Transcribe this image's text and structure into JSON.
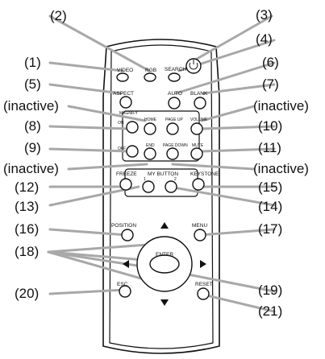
{
  "buttons": {
    "video": "VIDEO",
    "rgb": "RGB",
    "search": "SEARCH",
    "aspect": "ASPECT",
    "auto": "AUTO",
    "blank": "BLANK",
    "magnify": "MAGNIFY",
    "magnify_on": "ON",
    "magnify_off": "OFF",
    "home": "HOME",
    "page_up": "PAGE UP",
    "volume": "VOLUME",
    "end": "END",
    "page_down": "PAGE DOWN",
    "mute": "MUTE",
    "freeze": "FREEZE",
    "my_button": "MY BUTTON",
    "my_button_1": "1",
    "my_button_2": "2",
    "keystone": "KEYSTONE",
    "position": "POSITION",
    "menu": "MENU",
    "enter": "ENTER",
    "esc": "ESC",
    "reset": "RESET"
  },
  "callouts": {
    "c1": "(1)",
    "c2": "(2)",
    "c3": "(3)",
    "c4": "(4)",
    "c5": "(5)",
    "c6": "(6)",
    "c7": "(7)",
    "c8": "(8)",
    "c9": "(9)",
    "c10": "(10)",
    "c11": "(11)",
    "c12": "(12)",
    "c13": "(13)",
    "c14": "(14)",
    "c15": "(15)",
    "c16": "(16)",
    "c17": "(17)",
    "c18": "(18)",
    "c19": "(19)",
    "c20": "(20)",
    "c21": "(21)",
    "inactive_left_1": "(inactive)",
    "inactive_right_1": "(inactive)",
    "inactive_left_2": "(inactive)",
    "inactive_right_2": "(inactive)"
  }
}
